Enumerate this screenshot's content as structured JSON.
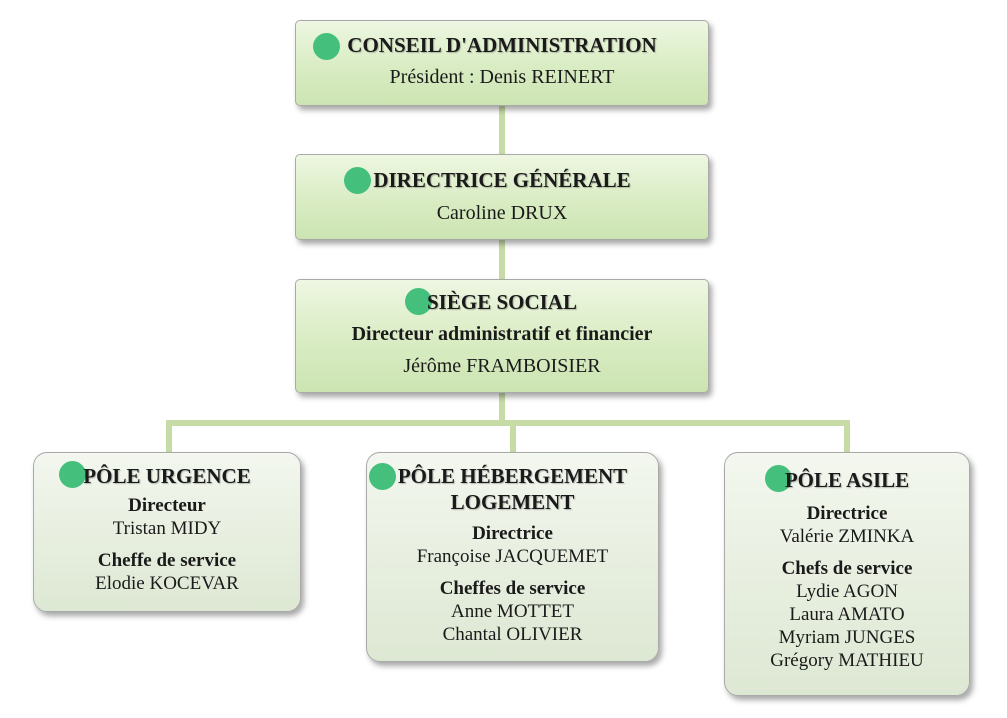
{
  "conseil": {
    "title": "CONSEIL D'ADMINISTRATION",
    "subtitle": "Président : Denis REINERT"
  },
  "directrice_generale": {
    "title": "DIRECTRICE GÉNÉRALE",
    "name": "Caroline DRUX"
  },
  "siege": {
    "title": "SIÈGE SOCIAL",
    "role": "Directeur administratif et financier",
    "name": "Jérôme FRAMBOISIER"
  },
  "pole_urgence": {
    "title": "PÔLE URGENCE",
    "director_role": "Directeur",
    "director_name": "Tristan MIDY",
    "chiefs_role": "Cheffe de service",
    "chiefs": [
      "Elodie KOCEVAR"
    ]
  },
  "pole_hebergement": {
    "title_line1": "PÔLE HÉBERGEMENT",
    "title_line2": "LOGEMENT",
    "director_role": "Directrice",
    "director_name": "Françoise JACQUEMET",
    "chiefs_role": "Cheffes de service",
    "chiefs": [
      "Anne MOTTET",
      "Chantal OLIVIER"
    ]
  },
  "pole_asile": {
    "title": "PÔLE ASILE",
    "director_role": "Directrice",
    "director_name": "Valérie ZMINKA",
    "chiefs_role": "Chefs de service",
    "chiefs": [
      "Lydie AGON",
      "Laura AMATO",
      "Myriam JUNGES",
      "Grégory MATHIEU"
    ]
  },
  "colors": {
    "accent_dot": "#44c07c",
    "connector": "#c6dba6",
    "box_fill_top": "#d9ecc3",
    "box_fill_pole": "#e8efe0"
  }
}
